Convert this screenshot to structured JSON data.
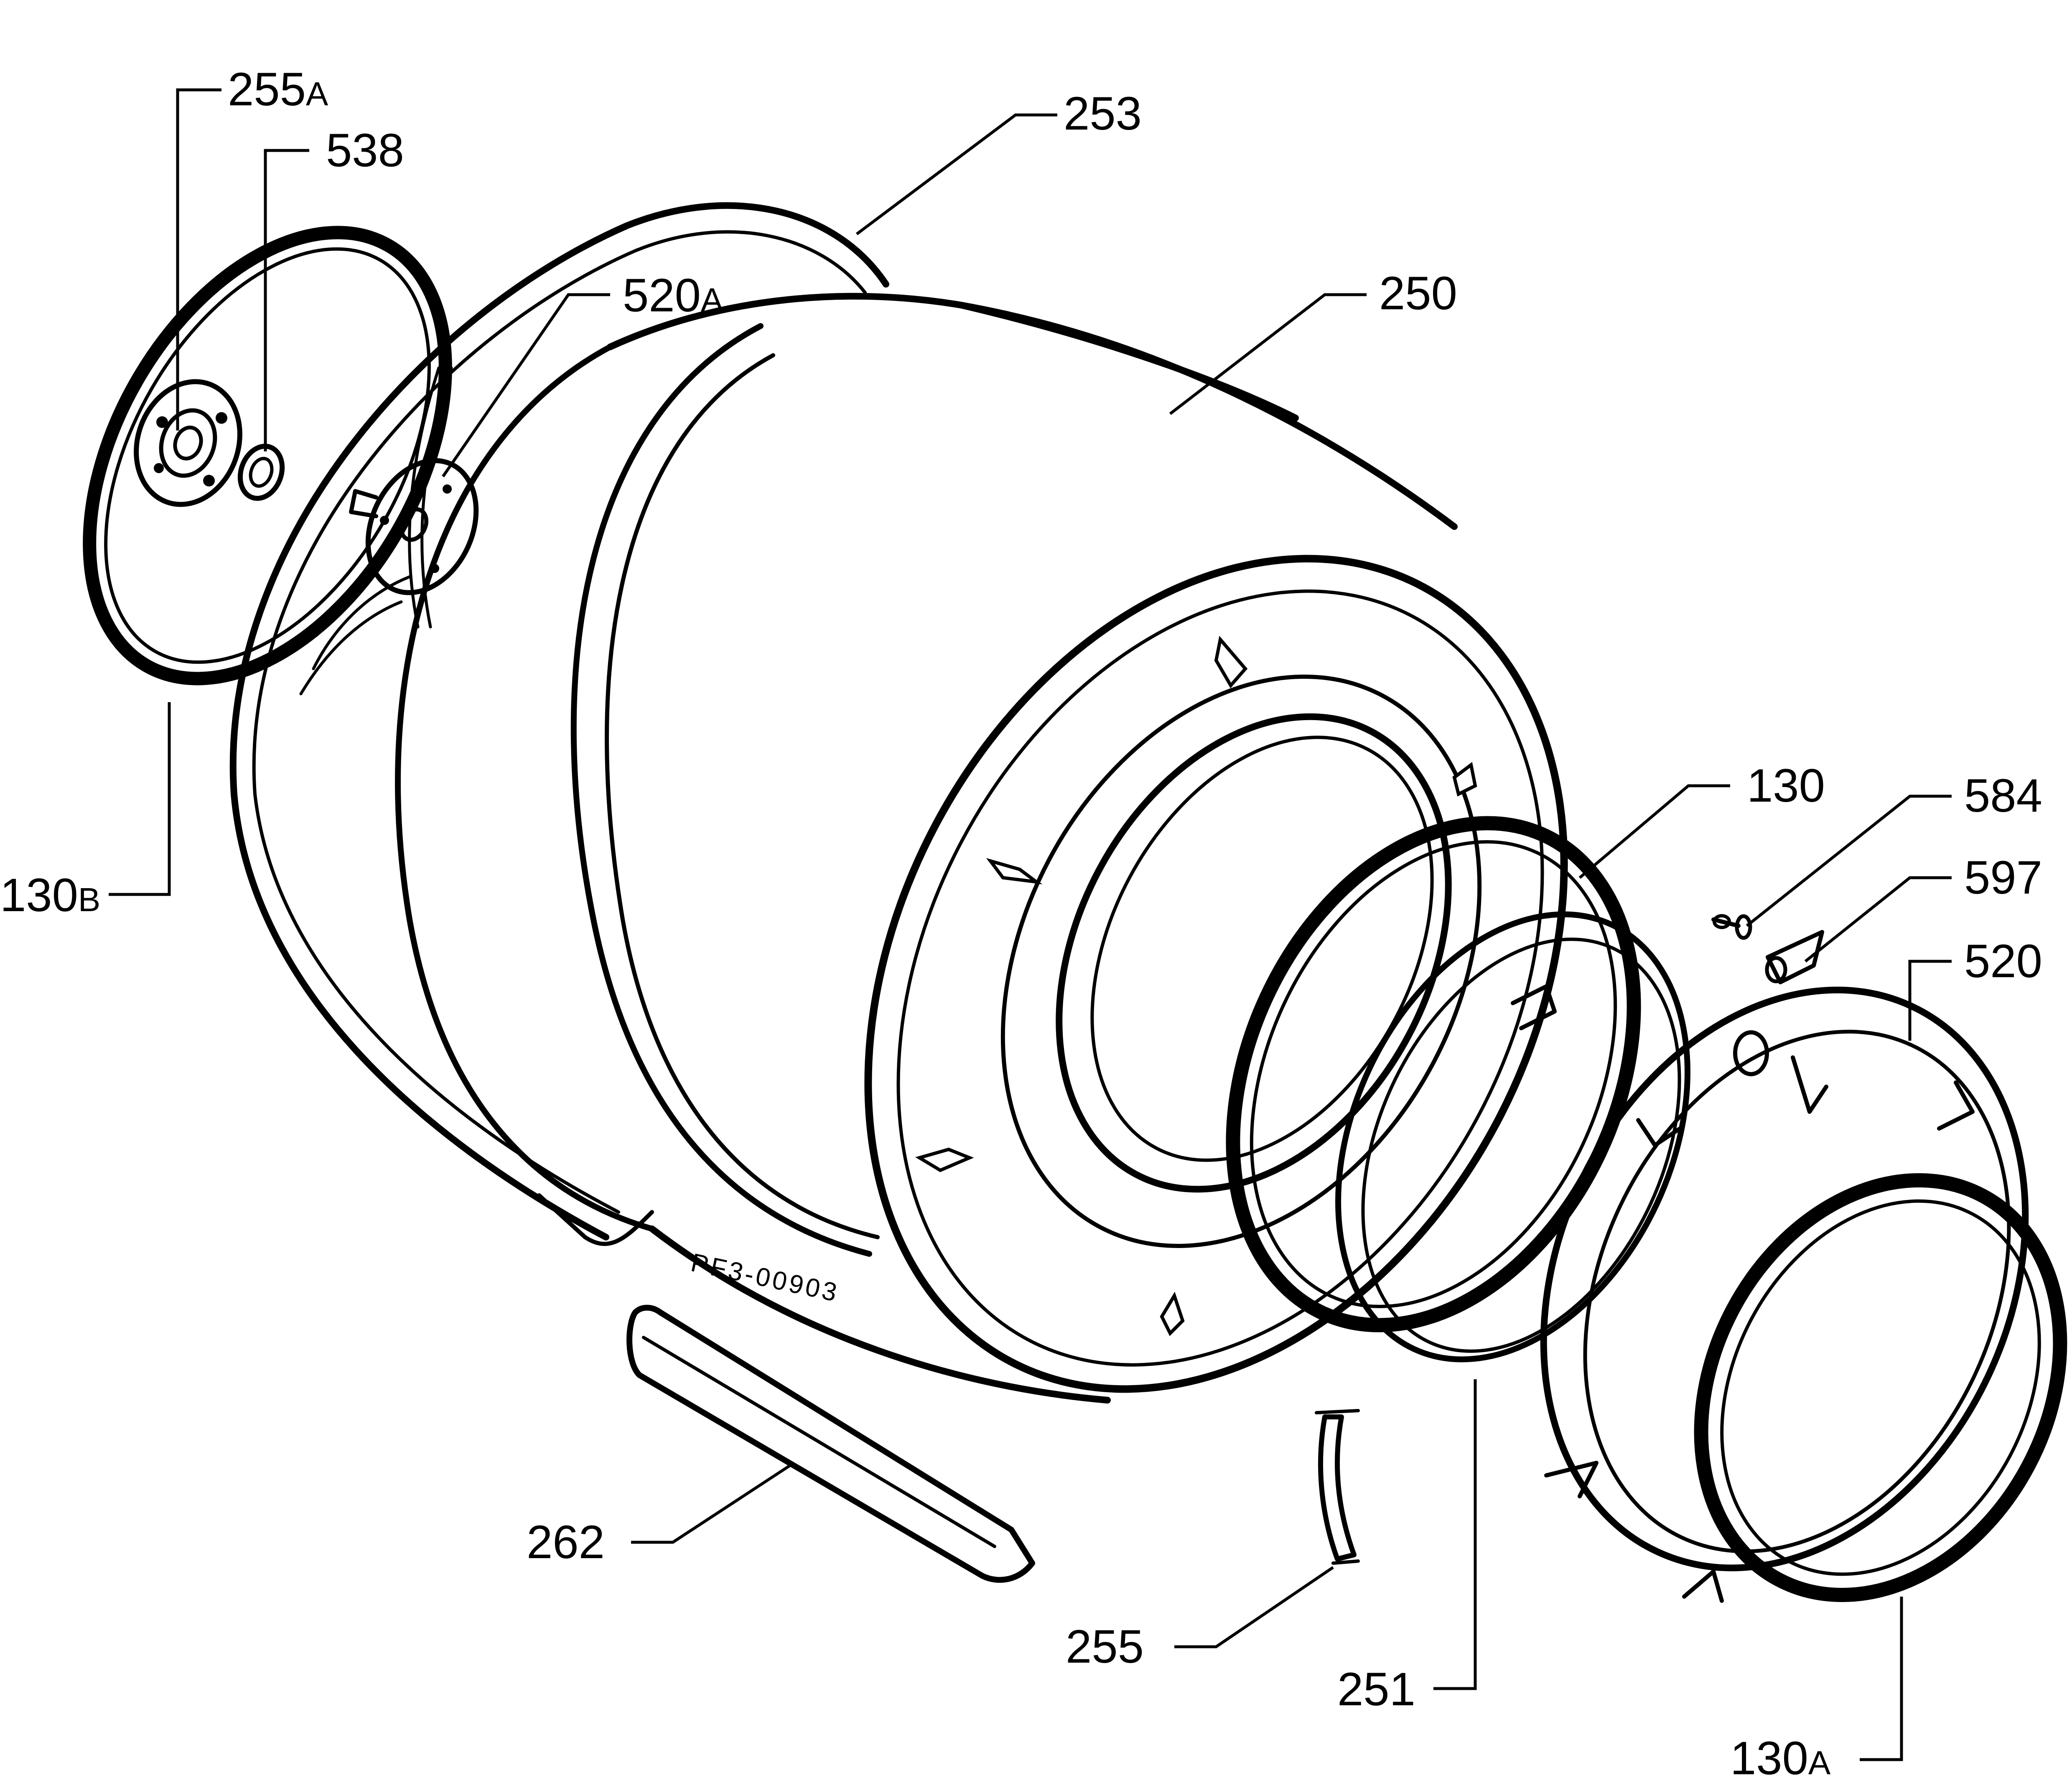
{
  "diagram": {
    "drawing_code": "PF3-00903",
    "labels": [
      {
        "id": "255a",
        "number": "255",
        "suffix": "A"
      },
      {
        "id": "538",
        "number": "538",
        "suffix": ""
      },
      {
        "id": "253",
        "number": "253",
        "suffix": ""
      },
      {
        "id": "520a",
        "number": "520",
        "suffix": "A"
      },
      {
        "id": "250",
        "number": "250",
        "suffix": ""
      },
      {
        "id": "130b",
        "number": "130",
        "suffix": "B"
      },
      {
        "id": "130",
        "number": "130",
        "suffix": ""
      },
      {
        "id": "584",
        "number": "584",
        "suffix": ""
      },
      {
        "id": "597",
        "number": "597",
        "suffix": ""
      },
      {
        "id": "520",
        "number": "520",
        "suffix": ""
      },
      {
        "id": "262",
        "number": "262",
        "suffix": ""
      },
      {
        "id": "255",
        "number": "255",
        "suffix": ""
      },
      {
        "id": "251",
        "number": "251",
        "suffix": ""
      },
      {
        "id": "130a",
        "number": "130",
        "suffix": "A"
      }
    ]
  }
}
